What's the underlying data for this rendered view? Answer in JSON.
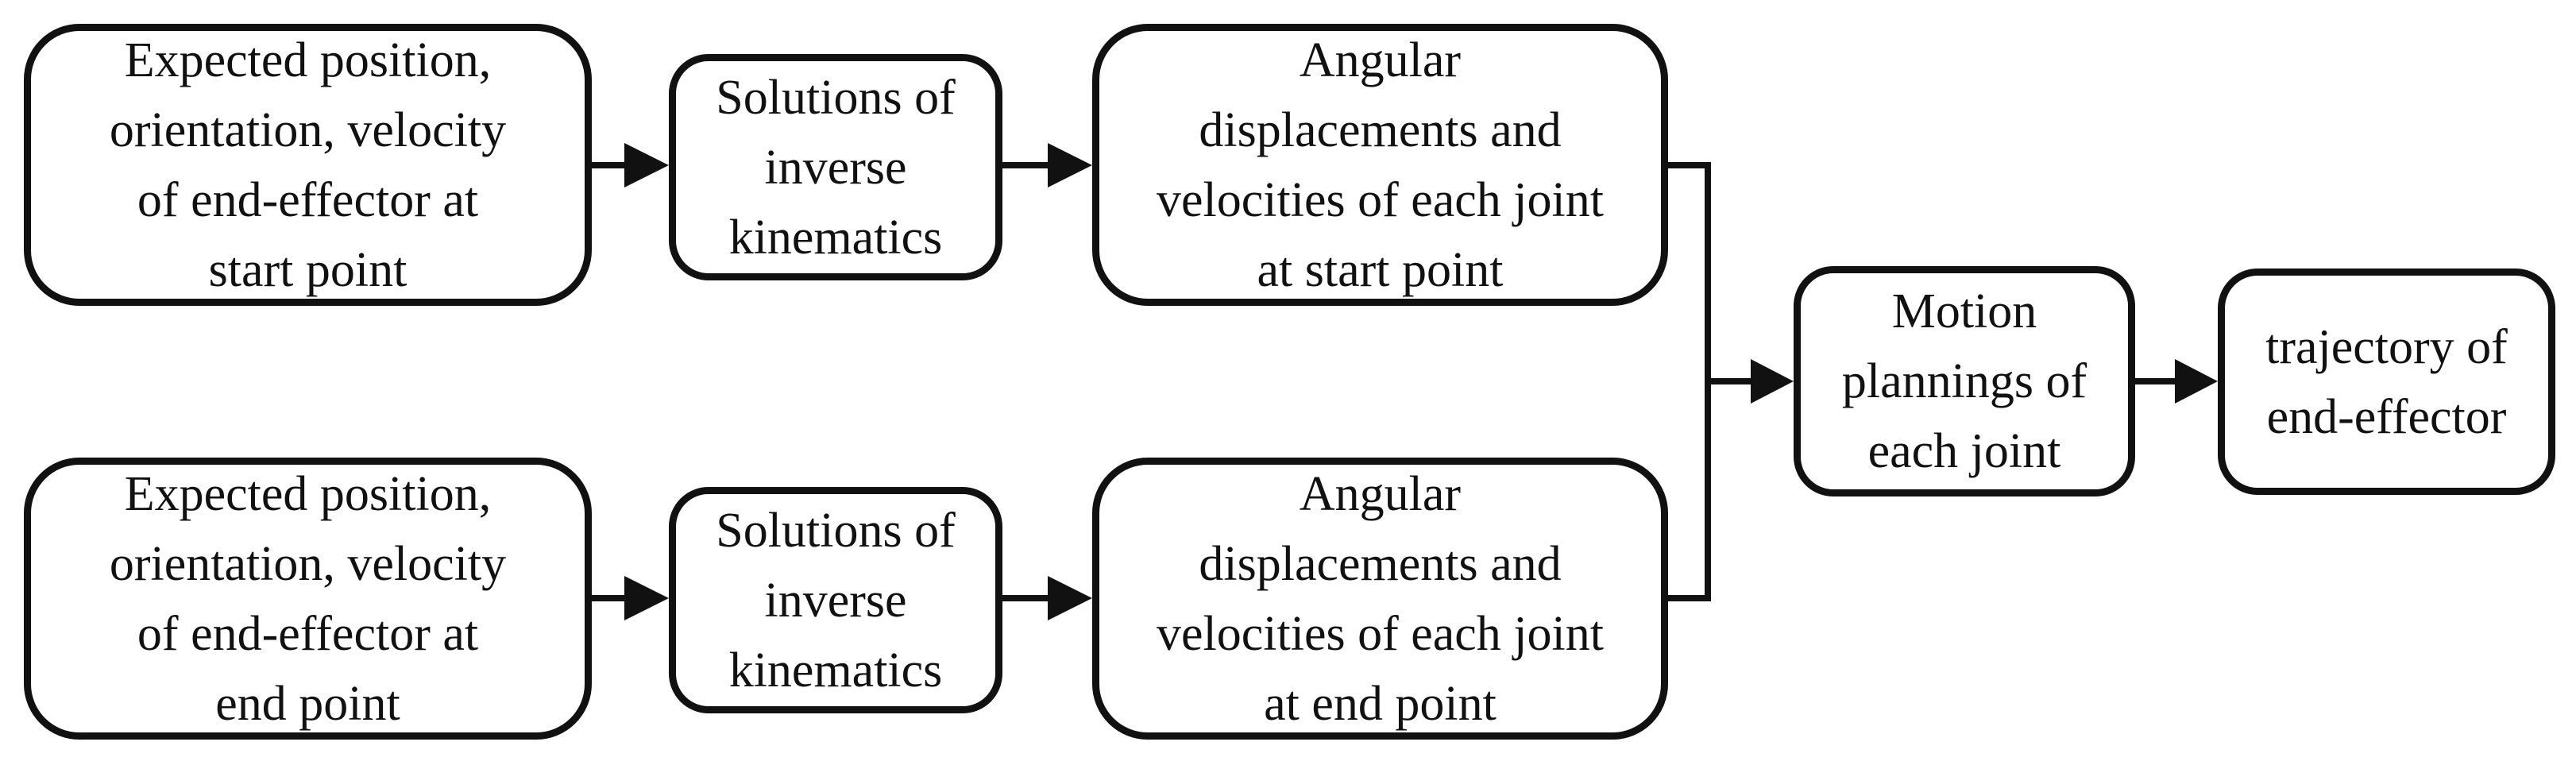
{
  "diagram": {
    "type": "flowchart",
    "background_color": "#ffffff",
    "stroke_color": "#111111",
    "nodes": [
      {
        "id": "expected-start",
        "label": "Expected position,\norientation, velocity\nof end-effector at\nstart point"
      },
      {
        "id": "solutions-ik-top",
        "label": "Solutions of\ninverse\nkinematics"
      },
      {
        "id": "angular-start",
        "label": "Angular\ndisplacements and\nvelocities of each joint\nat start point"
      },
      {
        "id": "expected-end",
        "label": "Expected position,\norientation, velocity\nof end-effector at\nend point"
      },
      {
        "id": "solutions-ik-bottom",
        "label": "Solutions of\ninverse\nkinematics"
      },
      {
        "id": "angular-end",
        "label": "Angular\ndisplacements and\nvelocities of each joint\nat end point"
      },
      {
        "id": "motion-plannings",
        "label": "Motion\nplannings of\neach joint"
      },
      {
        "id": "trajectory",
        "label": "trajectory of\nend-effector"
      }
    ],
    "edges": [
      {
        "from": "expected-start",
        "to": "solutions-ik-top"
      },
      {
        "from": "solutions-ik-top",
        "to": "angular-start"
      },
      {
        "from": "expected-end",
        "to": "solutions-ik-bottom"
      },
      {
        "from": "solutions-ik-bottom",
        "to": "angular-end"
      },
      {
        "from": "angular-start",
        "to": "motion-plannings",
        "via": "merge-bracket"
      },
      {
        "from": "angular-end",
        "to": "motion-plannings",
        "via": "merge-bracket"
      },
      {
        "from": "motion-plannings",
        "to": "trajectory"
      }
    ]
  }
}
